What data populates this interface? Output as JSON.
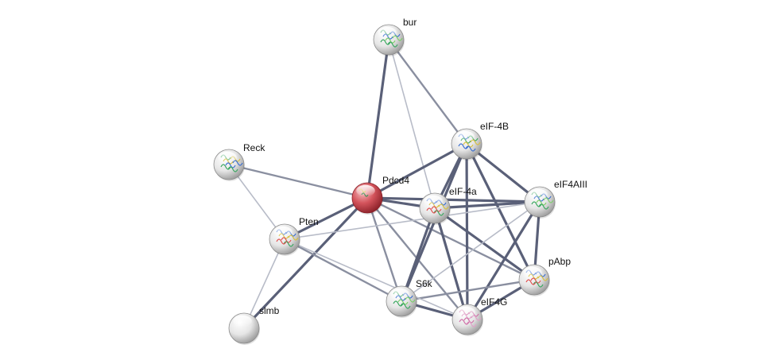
{
  "network": {
    "nodes": [
      {
        "id": "bur",
        "label": "bur",
        "query": false,
        "structure": "green-blue"
      },
      {
        "id": "eIF-4B",
        "label": "eIF-4B",
        "query": false,
        "structure": "blue-green"
      },
      {
        "id": "Reck",
        "label": "Reck",
        "query": false,
        "structure": "green-yellow"
      },
      {
        "id": "Pdcd4",
        "label": "Pdcd4",
        "query": true,
        "structure": "small"
      },
      {
        "id": "eIF-4a",
        "label": "eIF-4a",
        "query": false,
        "structure": "multicolor"
      },
      {
        "id": "eIF4AIII",
        "label": "eIF4AIII",
        "query": false,
        "structure": "green-blue"
      },
      {
        "id": "Pten",
        "label": "Pten",
        "query": false,
        "structure": "multicolor"
      },
      {
        "id": "pAbp",
        "label": "pAbp",
        "query": false,
        "structure": "multicolor"
      },
      {
        "id": "S6k",
        "label": "S6k",
        "query": false,
        "structure": "green-blue"
      },
      {
        "id": "eIF4G",
        "label": "eIF4G",
        "query": false,
        "structure": "pink"
      },
      {
        "id": "slmb",
        "label": "slmb",
        "query": false,
        "structure": "none"
      }
    ],
    "edges": [
      {
        "source": "bur",
        "target": "Pdcd4",
        "weight": "strong"
      },
      {
        "source": "bur",
        "target": "eIF-4B",
        "weight": "medium"
      },
      {
        "source": "bur",
        "target": "eIF-4a",
        "weight": "weak"
      },
      {
        "source": "Reck",
        "target": "Pdcd4",
        "weight": "medium"
      },
      {
        "source": "Reck",
        "target": "Pten",
        "weight": "weak"
      },
      {
        "source": "Pdcd4",
        "target": "eIF-4B",
        "weight": "strong"
      },
      {
        "source": "Pdcd4",
        "target": "eIF-4a",
        "weight": "strong"
      },
      {
        "source": "Pdcd4",
        "target": "eIF4AIII",
        "weight": "strong"
      },
      {
        "source": "Pdcd4",
        "target": "Pten",
        "weight": "strong"
      },
      {
        "source": "Pdcd4",
        "target": "S6k",
        "weight": "medium"
      },
      {
        "source": "Pdcd4",
        "target": "slmb",
        "weight": "strong"
      },
      {
        "source": "Pdcd4",
        "target": "pAbp",
        "weight": "medium"
      },
      {
        "source": "Pdcd4",
        "target": "eIF4G",
        "weight": "medium"
      },
      {
        "source": "eIF-4B",
        "target": "eIF-4a",
        "weight": "strong"
      },
      {
        "source": "eIF-4B",
        "target": "eIF4AIII",
        "weight": "strong"
      },
      {
        "source": "eIF-4B",
        "target": "S6k",
        "weight": "strong"
      },
      {
        "source": "eIF-4B",
        "target": "eIF4G",
        "weight": "strong"
      },
      {
        "source": "eIF-4B",
        "target": "pAbp",
        "weight": "strong"
      },
      {
        "source": "eIF-4a",
        "target": "eIF4AIII",
        "weight": "strong"
      },
      {
        "source": "eIF-4a",
        "target": "S6k",
        "weight": "strong"
      },
      {
        "source": "eIF-4a",
        "target": "eIF4G",
        "weight": "strong"
      },
      {
        "source": "eIF-4a",
        "target": "pAbp",
        "weight": "strong"
      },
      {
        "source": "eIF4AIII",
        "target": "pAbp",
        "weight": "strong"
      },
      {
        "source": "eIF4AIII",
        "target": "eIF4G",
        "weight": "strong"
      },
      {
        "source": "eIF4AIII",
        "target": "S6k",
        "weight": "weak"
      },
      {
        "source": "eIF4AIII",
        "target": "Pten",
        "weight": "weak"
      },
      {
        "source": "pAbp",
        "target": "eIF4G",
        "weight": "strong"
      },
      {
        "source": "pAbp",
        "target": "S6k",
        "weight": "medium"
      },
      {
        "source": "S6k",
        "target": "eIF4G",
        "weight": "strong"
      },
      {
        "source": "Pten",
        "target": "S6k",
        "weight": "medium"
      },
      {
        "source": "Pten",
        "target": "eIF4G",
        "weight": "weak"
      },
      {
        "source": "Pten",
        "target": "slmb",
        "weight": "weak"
      }
    ]
  },
  "colors": {
    "edge_strong": "#5a6078",
    "edge_medium": "#8a8fa0",
    "edge_weak": "#b8bcc8",
    "query_node": "#d4545c",
    "node": "#e8e8e8",
    "label": "#111111"
  }
}
